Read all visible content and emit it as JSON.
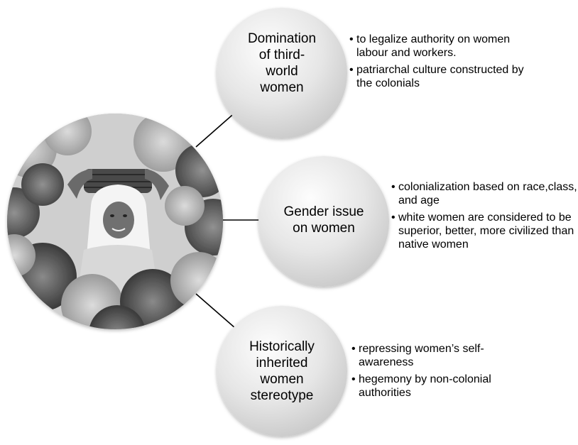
{
  "nodes": [
    {
      "label": "Domination\nof third-\nworld\nwomen",
      "bullets": [
        "to legalize authority on women labour and workers.",
        "patriarchal culture constructed by the colonials"
      ]
    },
    {
      "label": "Gender issue\non women",
      "bullets": [
        "colonialization based on race,class, and age",
        "white women are considered to be superior, better, more civilized than  native women"
      ]
    },
    {
      "label": "Historically\ninherited\nwomen\nstereotype",
      "bullets": [
        "repressing women’s self-awareness",
        "hegemony by non-colonial authorities"
      ]
    }
  ],
  "colors": {
    "connector": "#000000",
    "circle_light": "#fdfdfd",
    "circle_dark": "#c6c6c6"
  },
  "center_image": {
    "icon": "woman-tea-picker-photo"
  }
}
